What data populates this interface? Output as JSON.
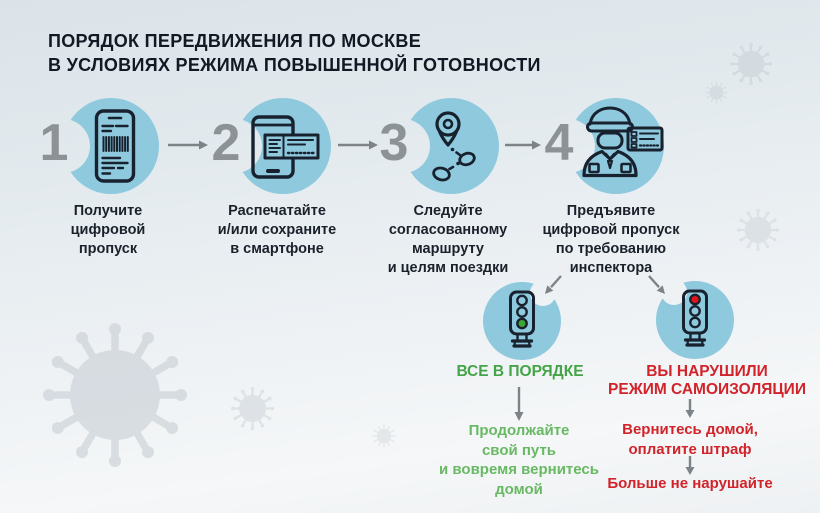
{
  "title": "ПОРЯДОК ПЕРЕДВИЖЕНИЯ ПО МОСКВЕ\nВ УСЛОВИЯХ РЕЖИМА ПОВЫШЕННОЙ ГОТОВНОСТИ",
  "steps": [
    {
      "number": "1",
      "label": "Получите\nцифровой\nпропуск",
      "icon": "smartphone-pass-icon"
    },
    {
      "number": "2",
      "label": "Распечатайте\nи/или сохраните\nв смартфоне",
      "icon": "smartphone-save-icon"
    },
    {
      "number": "3",
      "label": "Следуйте\nсогласованному\nмаршруту\nи целям поездки",
      "icon": "route-icon"
    },
    {
      "number": "4",
      "label": "Предъявите\nцифровой пропуск\nпо требованию\nинспектора",
      "icon": "inspector-icon"
    }
  ],
  "outcomes": {
    "ok": {
      "title": "ВСЕ В ПОРЯДКЕ",
      "description": "Продолжайте\nсвой путь\nи вовремя вернитесь\nдомой",
      "icon": "traffic-light-green-icon",
      "light": "green"
    },
    "violation": {
      "title": "ВЫ НАРУШИЛИ\nРЕЖИМ САМОИЗОЛЯЦИИ",
      "step1": "Вернитесь домой,\nоплатите штраф",
      "step2": "Больше не нарушайте",
      "icon": "traffic-light-red-icon",
      "light": "red"
    }
  },
  "colors": {
    "circle_blue": "#8fc9de",
    "icon_dark": "#18222f",
    "ok_green": "#45a348",
    "ok_green_light": "#69b964",
    "violation_red": "#d2232b",
    "number_gray": "#8d9297",
    "arrow_gray": "#7e8387",
    "virus_gray": "#c7ced4",
    "traffic_green": "#3ca832",
    "traffic_red": "#e2131b"
  }
}
